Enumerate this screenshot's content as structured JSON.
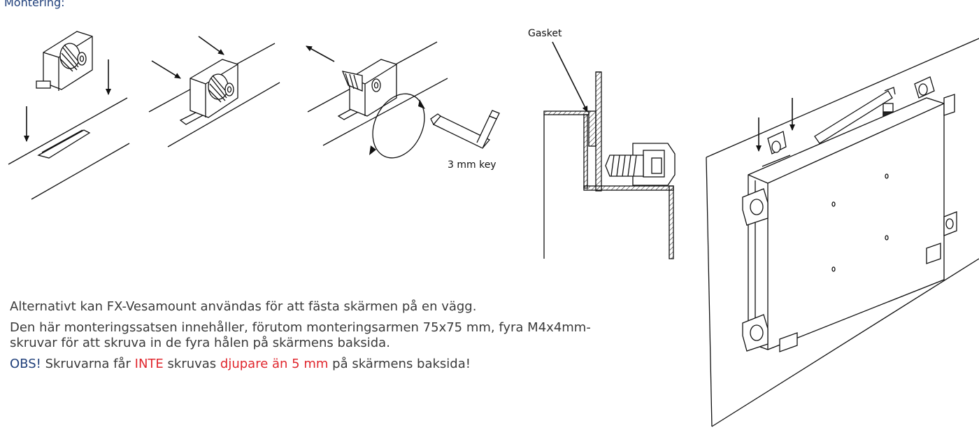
{
  "header": {
    "title": "Montering:"
  },
  "figure": {
    "gasket_label": "Gasket",
    "key_label": "3 mm key"
  },
  "body": {
    "para1": "Alternativt kan FX-Vesamount användas för att fästa skärmen på en vägg.",
    "para2_line1": "Den här monteringssatsen innehåller, förutom monteringsarmen 75x75 mm, fyra M4x4mm-",
    "para2_line2": "skruvar för att skruva in de fyra hålen på skärmens baksida.",
    "warning": {
      "obs": "OBS!",
      "part1": " Skruvarna får ",
      "inte": "INTE",
      "part2": " skruvas ",
      "depth": "djupare än 5 mm",
      "part3": " på skärmens baksida!"
    }
  },
  "colors": {
    "navy": "#1f3f7a",
    "red": "#e0262d",
    "text": "#3a3a3a",
    "line": "#1a1a1a"
  }
}
